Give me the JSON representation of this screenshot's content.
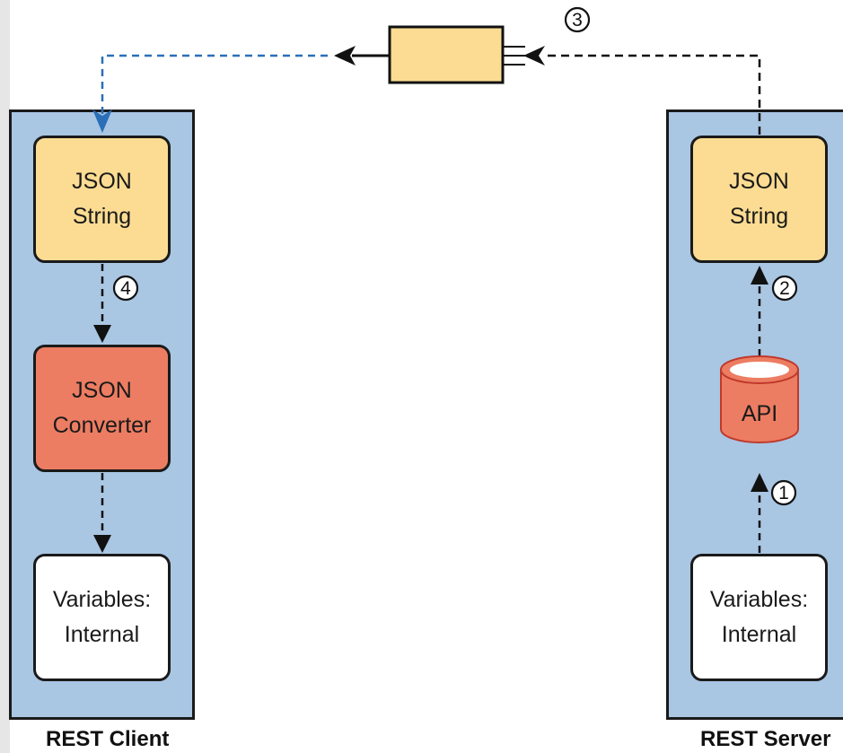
{
  "client": {
    "title": "REST Client",
    "json_string": [
      "JSON",
      "String"
    ],
    "converter": [
      "JSON",
      "Converter"
    ],
    "variables": [
      "Variables:",
      "Internal"
    ]
  },
  "server": {
    "title": "REST Server",
    "json_string": [
      "JSON",
      "String"
    ],
    "api": "API",
    "variables": [
      "Variables:",
      "Internal"
    ]
  },
  "steps": [
    "1",
    "2",
    "3",
    "4"
  ],
  "colors": {
    "panel": "#a9c6e3",
    "json_box": "#fbdc92",
    "converter_box": "#ec7d62",
    "variables_box": "#ffffff",
    "return_arrow": "#2a6fb8"
  }
}
